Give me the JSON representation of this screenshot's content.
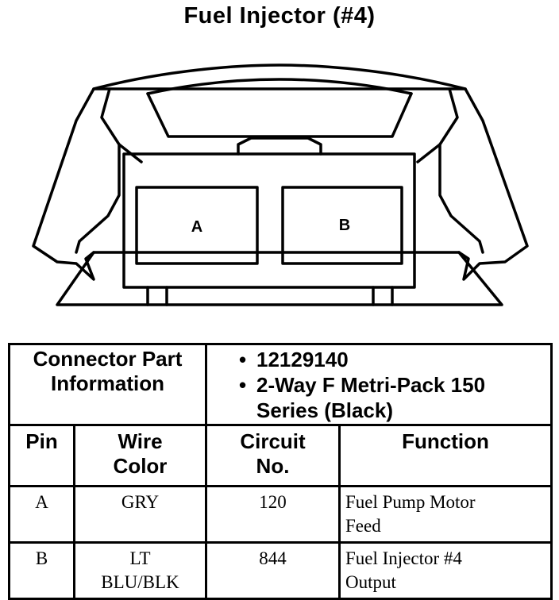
{
  "title": "Fuel Injector (#4)",
  "connector": {
    "pins": [
      "A",
      "B"
    ]
  },
  "part_info": {
    "header_line1": "Connector Part",
    "header_line2": "Information",
    "items": [
      "12129140",
      "2-Way F Metri-Pack 150 Series (Black)"
    ]
  },
  "columns": {
    "pin": "Pin",
    "wire_color_line1": "Wire",
    "wire_color_line2": "Color",
    "circuit_line1": "Circuit",
    "circuit_line2": "No.",
    "function": "Function"
  },
  "rows": [
    {
      "pin": "A",
      "wire_color_line1": "GRY",
      "wire_color_line2": "",
      "circuit": "120",
      "function_line1": "Fuel Pump Motor",
      "function_line2": "Feed"
    },
    {
      "pin": "B",
      "wire_color_line1": "LT",
      "wire_color_line2": "BLU/BLK",
      "circuit": "844",
      "function_line1": "Fuel Injector #4",
      "function_line2": "Output"
    }
  ]
}
